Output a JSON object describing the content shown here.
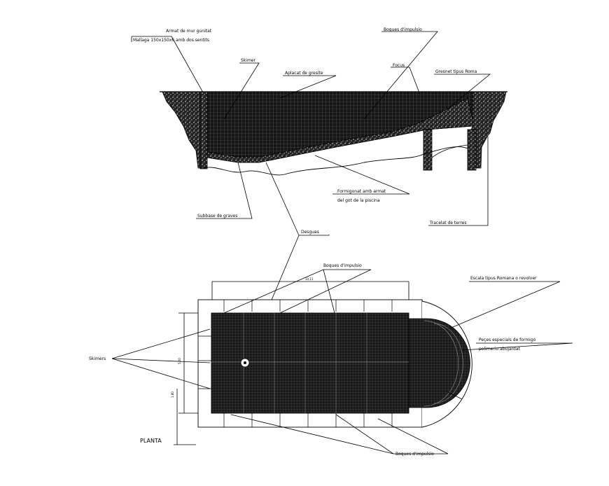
{
  "section_labels": {
    "armat_title": "Armat de mur gunitat",
    "armat_sub": "Mallaga 150x150x6 amb dos sentits",
    "skimer": "Skimer",
    "aplacat": "Aplacat de gresite",
    "boques_top": "Boques d'impulsio",
    "focus": "Focus",
    "gresnet": "Gresnet tipus Roma",
    "formigonat": "Formigonat amb armat",
    "formigonat_sub": "del got de la piscina",
    "subbase": "Subbase de graves",
    "tracelat": "Tracelat de terres",
    "desguas": "Desguas"
  },
  "plan_labels": {
    "boques_top": "Boques d'impulsio",
    "escala": "Escala tipus Romana o revolver",
    "peces_title": "Peçes especials de formigo",
    "peces_sub": "polimerio abujardat",
    "skimers": "Skimers",
    "boques_bottom": "Boques d'impulsio",
    "planta": "PLANTA",
    "dim_top": "10,11",
    "dim_left_1": "5,00",
    "dim_left_2": "1,80"
  },
  "colors": {
    "line": "#000000",
    "fill_dark": "#111111",
    "grid": "#555555",
    "paper": "#ffffff"
  }
}
